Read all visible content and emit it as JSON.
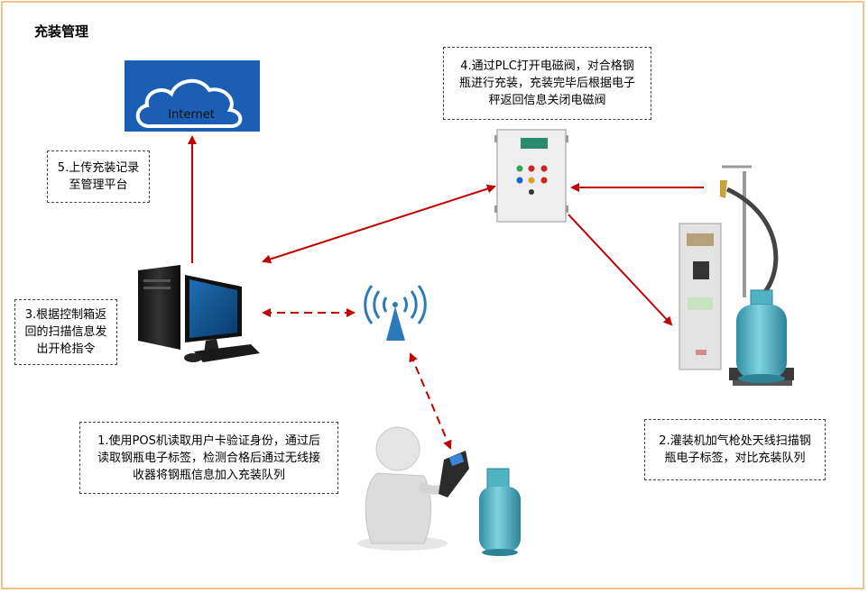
{
  "title": "充装管理",
  "cloud_label": "Internet",
  "steps": {
    "s1": "1.使用POS机读取用户卡验证身份，通过后\n读取钢瓶电子标签，检测合格后通过无线接\n收器将钢瓶信息加入充装队列",
    "s2": "2.灌装机加气枪处天线扫描钢\n瓶电子标签，对比充装队列",
    "s3": "3.根据控制箱返\n回的扫描信息发\n出开枪指令",
    "s4": "4.通过PLC打开电磁阀，对合格钢\n瓶进行充装，充装完毕后根据电子\n秤返回信息关闭电磁阀",
    "s5": "5.上传充装记录\n至管理平台"
  },
  "colors": {
    "arrow": "#c00000",
    "cloud_bg": "#1a5fb4",
    "cylinder": "#4fb3c4",
    "frame": "#f4c08f"
  }
}
